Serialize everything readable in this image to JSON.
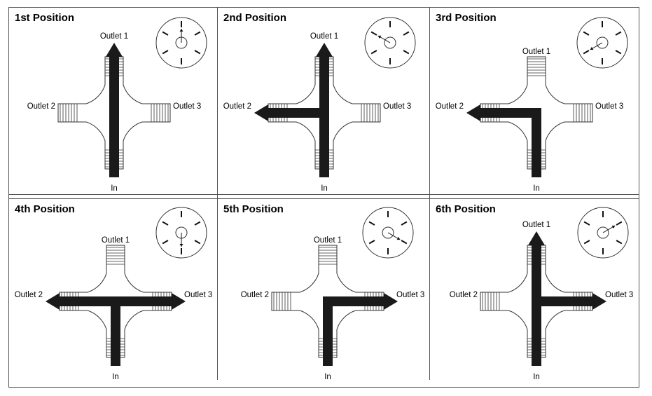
{
  "panels": [
    {
      "title": "1st Position",
      "labels": {
        "outlet1": "Outlet 1",
        "outlet2": "Outlet 2",
        "outlet3": "Outlet 3",
        "inlet": "In"
      },
      "flow": [
        "outlet1"
      ],
      "dial_pointer": "up",
      "label_layout": "arrow"
    },
    {
      "title": "2nd Position",
      "labels": {
        "outlet1": "Outlet 1",
        "outlet2": "Outlet 2",
        "outlet3": "Outlet 3",
        "inlet": "In"
      },
      "flow": [
        "outlet1",
        "outlet2"
      ],
      "dial_pointer": "upper-left",
      "label_layout": "arrow"
    },
    {
      "title": "3rd Position",
      "labels": {
        "outlet1": "Outlet 1",
        "outlet2": "Outlet 2",
        "outlet3": "Outlet 3",
        "inlet": "In"
      },
      "flow": [
        "outlet2"
      ],
      "dial_pointer": "lower-left",
      "label_layout": "port"
    },
    {
      "title": "4th Position",
      "labels": {
        "outlet1": "Outlet 1",
        "outlet2": "Outlet 2",
        "outlet3": "Outlet 3",
        "inlet": "In"
      },
      "flow": [
        "outlet2",
        "outlet3"
      ],
      "dial_pointer": "down",
      "label_layout": "port"
    },
    {
      "title": "5th Position",
      "labels": {
        "outlet1": "Outlet 1",
        "outlet2": "Outlet 2",
        "outlet3": "Outlet 3",
        "inlet": "In"
      },
      "flow": [
        "outlet3"
      ],
      "dial_pointer": "lower-right",
      "label_layout": "port"
    },
    {
      "title": "6th Position",
      "labels": {
        "outlet1": "Outlet 1",
        "outlet2": "Outlet 2",
        "outlet3": "Outlet 3",
        "inlet": "In"
      },
      "flow": [
        "outlet1",
        "outlet3"
      ],
      "dial_pointer": "upper-right",
      "label_layout": "arrow"
    }
  ],
  "colors": {
    "line": "#333333",
    "flow": "#1a1a1a",
    "border": "#555555"
  }
}
